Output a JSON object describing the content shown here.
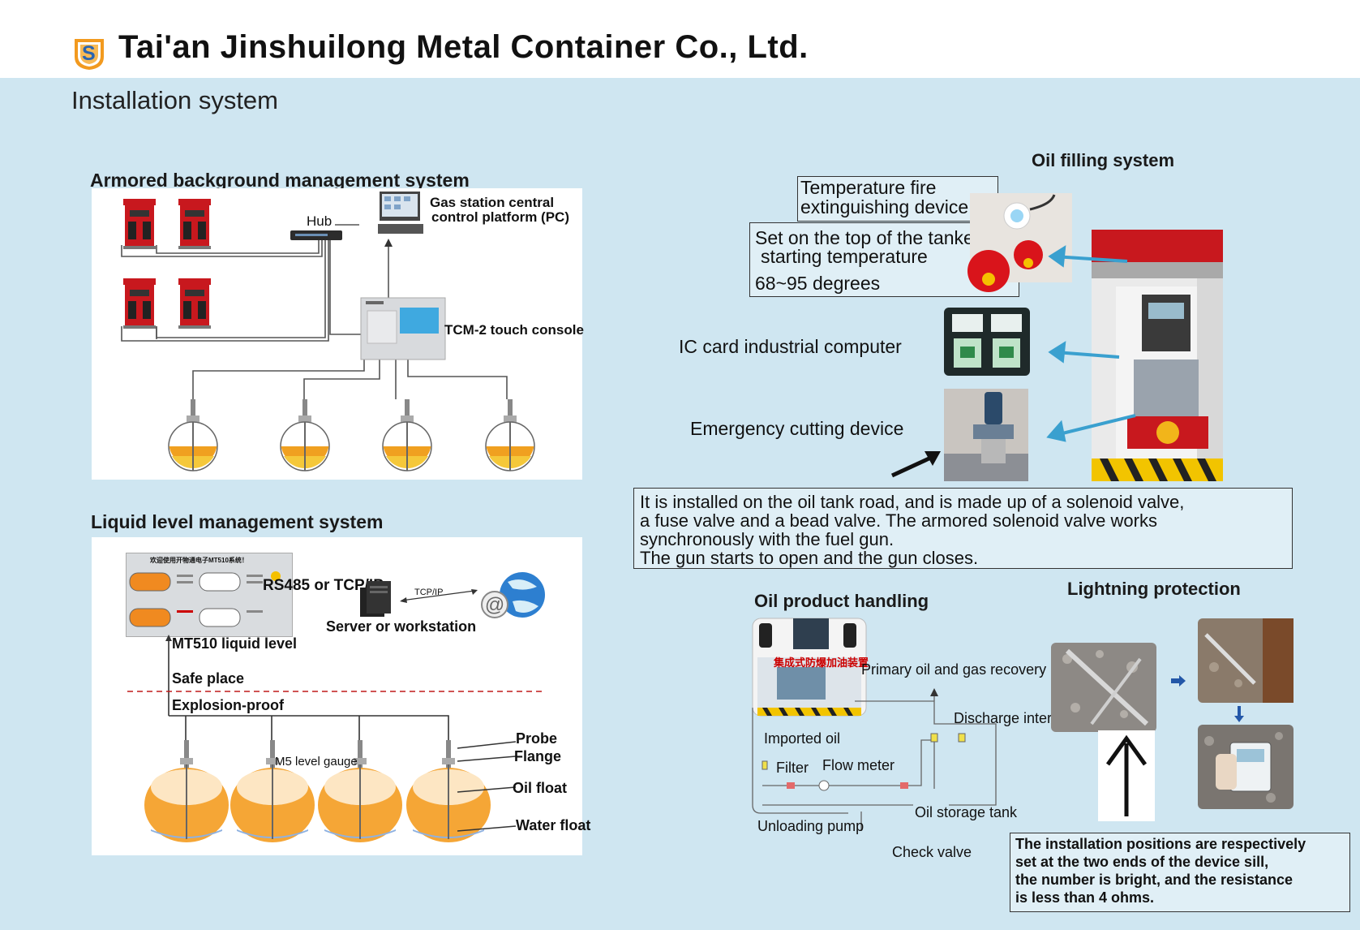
{
  "header": {
    "company": "Tai'an Jinshuilong Metal Container Co., Ltd.",
    "logo_letter": "S",
    "section_title": "Installation system"
  },
  "armored": {
    "title": "Armored background management system",
    "hub": "Hub",
    "pc_label_1": "Gas station central",
    "pc_label_2": "control platform (PC)",
    "console": "TCM-2 touch console"
  },
  "liquid": {
    "title": "Liquid level management system",
    "screen_title": "欢迎使用开物通电子MT510系统！",
    "protocol": "RS485 or TCP/IP",
    "tcpip": "TCP/IP",
    "server": "Server or workstation",
    "mt510": "MT510 liquid level",
    "safe": "Safe place",
    "explosion": "Explosion-proof",
    "gauge": "M5 level gauge",
    "probe": "Probe",
    "flange": "Flange",
    "oil_float": "Oil float",
    "water_float": "Water float"
  },
  "filling": {
    "title": "Oil filling system",
    "temp_device_1": "Temperature fire",
    "temp_device_2": "extinguishing device",
    "tanker_1": "Set on the top of the tanker,",
    "tanker_2": "starting temperature",
    "tanker_3": "68~95 degrees",
    "ic_card": "IC card industrial computer",
    "emergency": "Emergency cutting device",
    "note": "It is installed on the oil tank road, and is made up of a solenoid valve,\na fuse valve and a bead valve. The armored solenoid valve works\n synchronously with the fuel gun.\nThe gun starts to open and the gun closes."
  },
  "handling": {
    "title": "Oil product handling",
    "cabinet_sign": "集成式防爆加油装置",
    "primary": "Primary oil and gas recovery",
    "discharge": "Discharge interface",
    "imported": "Imported oil",
    "filter": "Filter",
    "flow": "Flow meter",
    "storage": "Oil storage tank",
    "pump": "Unloading pump",
    "check": "Check valve"
  },
  "lightning": {
    "title": "Lightning protection",
    "note": "The installation positions are respectively\nset at the two ends of the device sill,\n the number is bright, and the resistance\n is less than 4 ohms."
  },
  "colors": {
    "background": "#cfe6f1",
    "dispenser_red": "#c8181e",
    "tank_orange": "#f0a020",
    "arrow_blue": "#3aa0cf",
    "logo_orange": "#f29a1f"
  }
}
